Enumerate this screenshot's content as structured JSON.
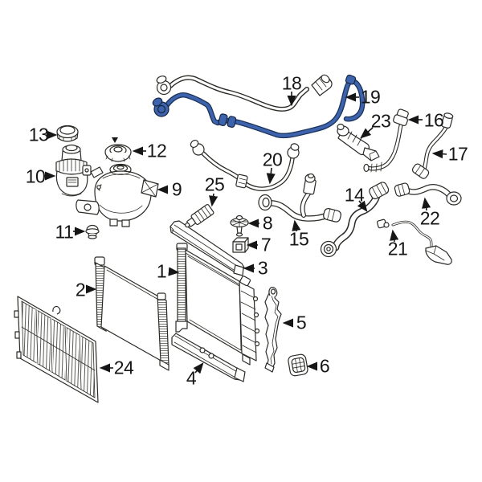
{
  "diagram": {
    "type": "exploded-parts-diagram",
    "background": "#ffffff",
    "line_color": "#2a2a26",
    "highlight_fill": "#3d63ad",
    "highlight_stroke": "#1d355e",
    "highlighted_callout": "19"
  },
  "callouts": [
    "1",
    "2",
    "3",
    "4",
    "5",
    "6",
    "7",
    "8",
    "9",
    "10",
    "11",
    "12",
    "13",
    "14",
    "15",
    "16",
    "17",
    "18",
    "19",
    "20",
    "21",
    "22",
    "23",
    "24",
    "25"
  ]
}
